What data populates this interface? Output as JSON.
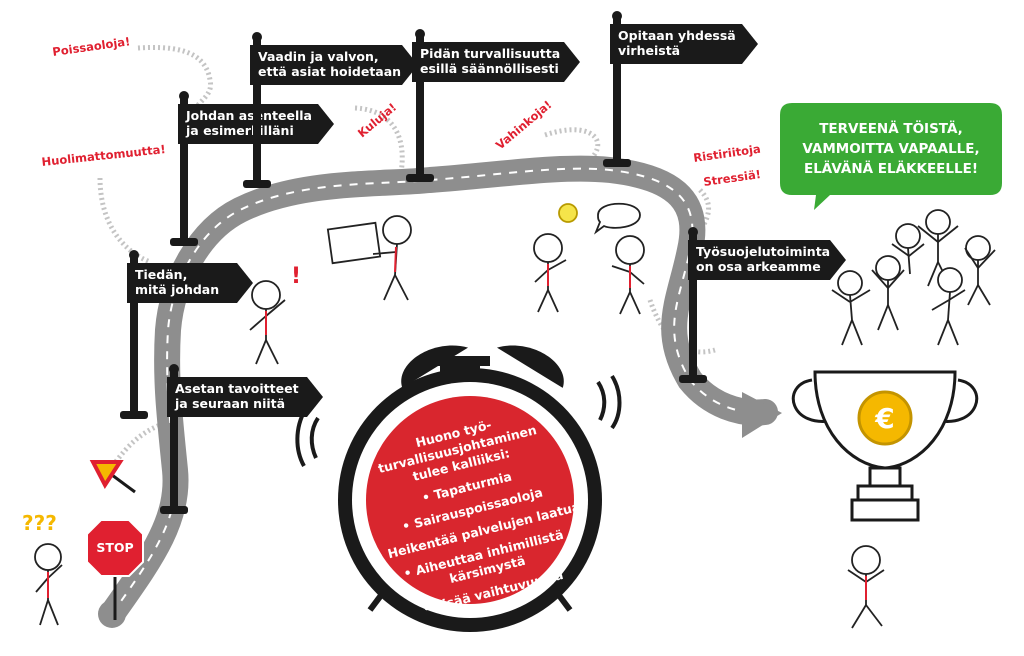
{
  "signs": [
    {
      "id": "tiedan",
      "lines": [
        "Tiedän,",
        "mitä johdan"
      ]
    },
    {
      "id": "asetan",
      "lines": [
        "Asetan tavoitteet",
        "ja seuraan niitä"
      ]
    },
    {
      "id": "johdan",
      "lines": [
        "Johdan asenteella",
        "ja esimerkilläni"
      ]
    },
    {
      "id": "vaadin",
      "lines": [
        "Vaadin ja valvon,",
        "että asiat hoidetaan"
      ]
    },
    {
      "id": "pidan",
      "lines": [
        "Pidän turvallisuutta",
        "esillä säännöllisesti"
      ]
    },
    {
      "id": "opitaan",
      "lines": [
        "Opitaan yhdessä",
        "virheistä"
      ]
    },
    {
      "id": "tyosuojelu",
      "lines": [
        "Työsuojelutoiminta",
        "on osa arkeamme"
      ]
    }
  ],
  "warnings": [
    {
      "id": "poissaoloja",
      "text": "Poissaoloja!"
    },
    {
      "id": "huolimattomuutta",
      "text": "Huolimattomuutta!"
    },
    {
      "id": "kuluja",
      "text": "Kuluja!"
    },
    {
      "id": "vahinkoja",
      "text": "Vahinkoja!"
    },
    {
      "id": "ristiriitoja",
      "text": "Ristiriitoja"
    },
    {
      "id": "stressia",
      "text": "Stressiä!"
    }
  ],
  "clock": {
    "lines": [
      "Huono työ-",
      "turvallisuusjohtaminen",
      "tulee kalliiksi:",
      "• Tapaturmia",
      "• Sairauspoissaoloja",
      "• Heikentää palvelujen laatua",
      "• Aiheuttaa inhimillistä",
      "kärsimystä",
      "• Lisää vaihtuvuutta"
    ]
  },
  "goal_bubble": {
    "lines": [
      "TERVEENÄ TÖISTÄ,",
      "VAMMOITTA VAPAALLE,",
      "ELÄVÄNÄ ELÄKKEELLE!"
    ]
  },
  "stop_sign": {
    "text": "STOP"
  },
  "trophy_symbol": "€",
  "question_marks": "???",
  "exclamation": "!",
  "colors": {
    "road": "#8e8e8e",
    "sign": "#1a1a1a",
    "accent_red": "#e02030",
    "clock_red": "#d9262e",
    "bubble_green": "#3aaa35",
    "coin_gold": "#f5b800",
    "dots": "#bdbdbd"
  }
}
